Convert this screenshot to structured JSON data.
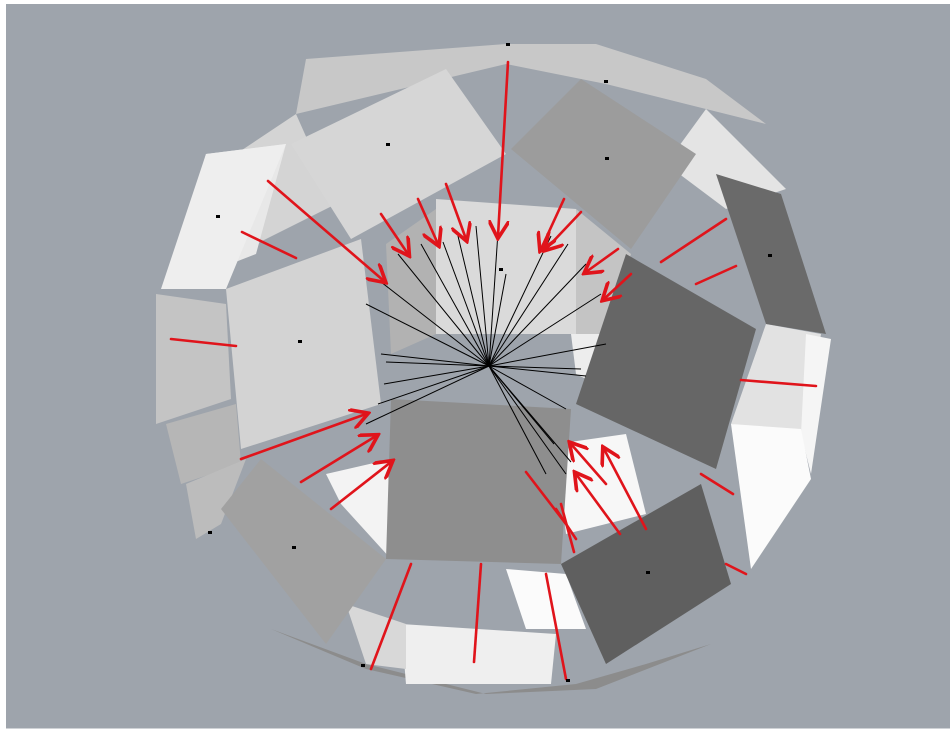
{
  "viewport": {
    "background": "#9ea4ac"
  },
  "model": {
    "kind": "polyhedral-dome",
    "view": "looking-inside-from-below",
    "face_palette": {
      "outer_light": "#e6e6e6",
      "white": "#fbfbfb",
      "light_gray": "#d2d2d2",
      "mid_gray": "#a9a9a9",
      "gray": "#8e8e8e",
      "dark_gray": "#6a6a6a",
      "darkest": "#5a5a5a"
    },
    "square_face_count": 12,
    "ray_color": "#000000",
    "vector_color": "#e0141b",
    "vector_count": 34
  }
}
